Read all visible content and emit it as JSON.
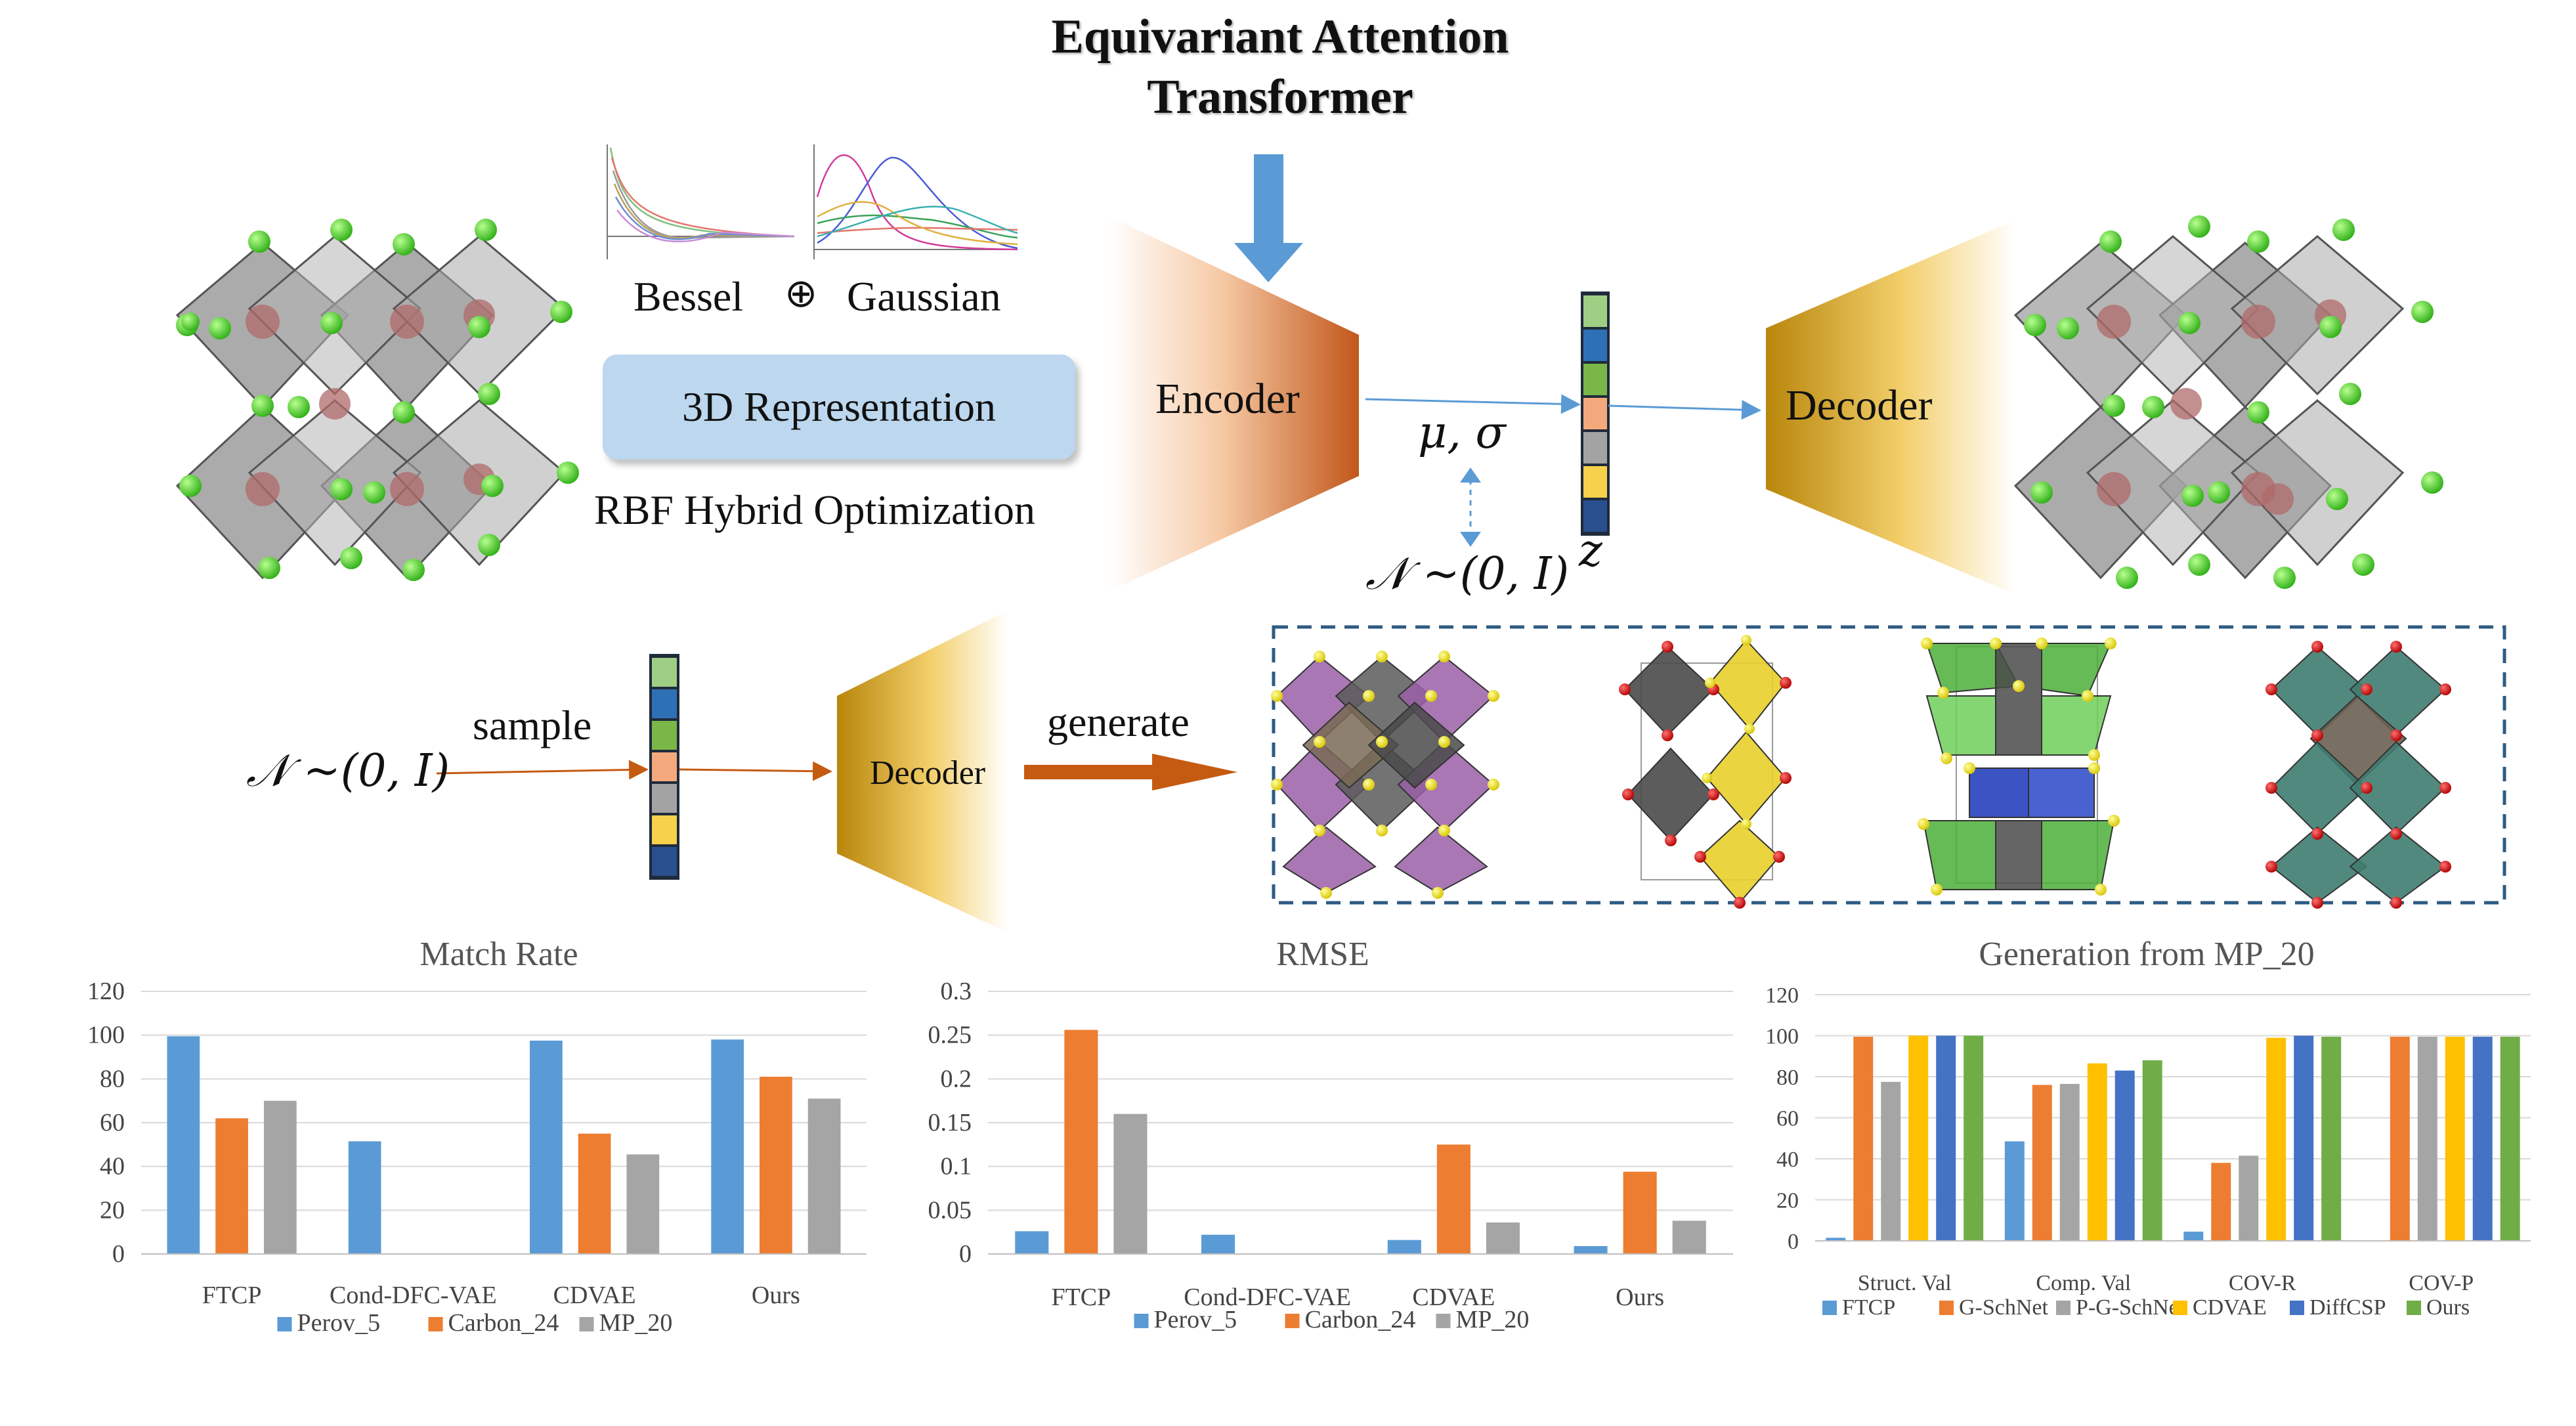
{
  "title_line1": "Equivariant Attention",
  "title_line2": "Transformer",
  "bessel_label": "Bessel",
  "oplus": "⊕",
  "gaussian_label": "Gaussian",
  "rep_box_label": "3D Representation",
  "rbf_label": "RBF Hybrid Optimization",
  "encoder_label": "Encoder",
  "decoder_label": "Decoder",
  "mu_sigma": "μ, σ",
  "prior": "𝒩 ~(0, I)",
  "z_label": "z",
  "sample_label": "sample",
  "generate_label": "generate",
  "prior2": "𝒩 ~(0, I)",
  "decoder2_label": "Decoder",
  "latent_colors": [
    "#9fcf84",
    "#2e70b5",
    "#7ab648",
    "#f4a97d",
    "#a3a3a3",
    "#f7d04c",
    "#2a4f8e"
  ],
  "colors": {
    "blue": "#5b9bd5",
    "orange": "#ed7d31",
    "gray": "#a5a5a5",
    "gold": "#ffc000",
    "navy": "#4472c4",
    "green": "#70ad47"
  },
  "chart_data": [
    {
      "type": "bar",
      "title": "Match Rate",
      "categories": [
        "FTCP",
        "Cond-DFC-VAE",
        "CDVAE",
        "Ours"
      ],
      "series": [
        {
          "name": "Perov_5",
          "values": [
            99.5,
            51.5,
            97.5,
            98
          ]
        },
        {
          "name": "Carbon_24",
          "values": [
            62,
            null,
            55,
            81
          ]
        },
        {
          "name": "MP_20",
          "values": [
            70,
            null,
            45.5,
            71
          ]
        }
      ],
      "ylim": [
        0,
        120
      ],
      "yticks": [
        "0",
        "20",
        "40",
        "60",
        "80",
        "100",
        "120"
      ],
      "grid": true,
      "legend": "bottom"
    },
    {
      "type": "bar",
      "title": "RMSE",
      "categories": [
        "FTCP",
        "Cond-DFC-VAE",
        "CDVAE",
        "Ours"
      ],
      "series": [
        {
          "name": "Perov_5",
          "values": [
            0.026,
            0.022,
            0.016,
            0.009
          ]
        },
        {
          "name": "Carbon_24",
          "values": [
            0.256,
            null,
            0.125,
            0.094
          ]
        },
        {
          "name": "MP_20",
          "values": [
            0.16,
            null,
            0.036,
            0.038
          ]
        }
      ],
      "ylim": [
        0,
        0.3
      ],
      "yticks": [
        "0",
        "0.05",
        "0.1",
        "0.15",
        "0.2",
        "0.25",
        "0.3"
      ],
      "grid": true,
      "legend": "bottom"
    },
    {
      "type": "bar",
      "title": "Generation from MP_20",
      "categories": [
        "Struct. Val",
        "Comp. Val",
        "COV-R",
        "COV-P"
      ],
      "series": [
        {
          "name": "FTCP",
          "values": [
            1.5,
            48.5,
            4.5,
            0
          ]
        },
        {
          "name": "G-SchNet",
          "values": [
            99.5,
            76,
            38,
            99.5
          ]
        },
        {
          "name": "P-G-SchNet",
          "values": [
            77.5,
            76.5,
            41.5,
            99.5
          ]
        },
        {
          "name": "CDVAE",
          "values": [
            100,
            86.5,
            99,
            99.5
          ]
        },
        {
          "name": "DiffCSP",
          "values": [
            100,
            83,
            100,
            99.5
          ]
        },
        {
          "name": "Ours",
          "values": [
            100,
            88,
            99.5,
            99.5
          ]
        }
      ],
      "ylim": [
        0,
        120
      ],
      "yticks": [
        "0",
        "20",
        "40",
        "60",
        "80",
        "100",
        "120"
      ],
      "grid": true,
      "legend": "bottom"
    }
  ]
}
